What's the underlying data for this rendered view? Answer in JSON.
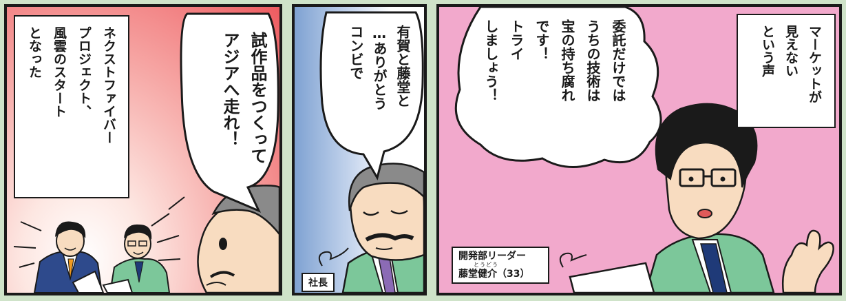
{
  "panels": {
    "p1": {
      "narration": "ネクストファイバー\nプロジェクト、\n風雲のスタート\nとなった",
      "bubble": "試作品をつくって\nアジアへ走れ！"
    },
    "p2": {
      "bubble": "有賀と藤堂と\n…ありがとう\nコンビで",
      "label": "社長"
    },
    "p3": {
      "narration": "マーケットが\n見えない\nという声",
      "bubble": "委託だけでは\nうちの技術は\n宝の持ち腐れ\nです！\nトライ\nしましょう！",
      "label_role": "開発部リーダー",
      "label_ruby": "とうどう",
      "label_name": "藤堂健介（33）"
    }
  },
  "colors": {
    "panel1_bg": "#ee5b60",
    "panel2_bg": "#7fa2d2",
    "panel3_bg": "#f2a9cc",
    "jacket_green": "#7cc79a",
    "suit_navy": "#2e4a8c",
    "tie_navy": "#1f3a78",
    "tie_purple": "#8b6bb5",
    "skin": "#f8dcc0",
    "hair_gray": "#8a8a8a"
  }
}
